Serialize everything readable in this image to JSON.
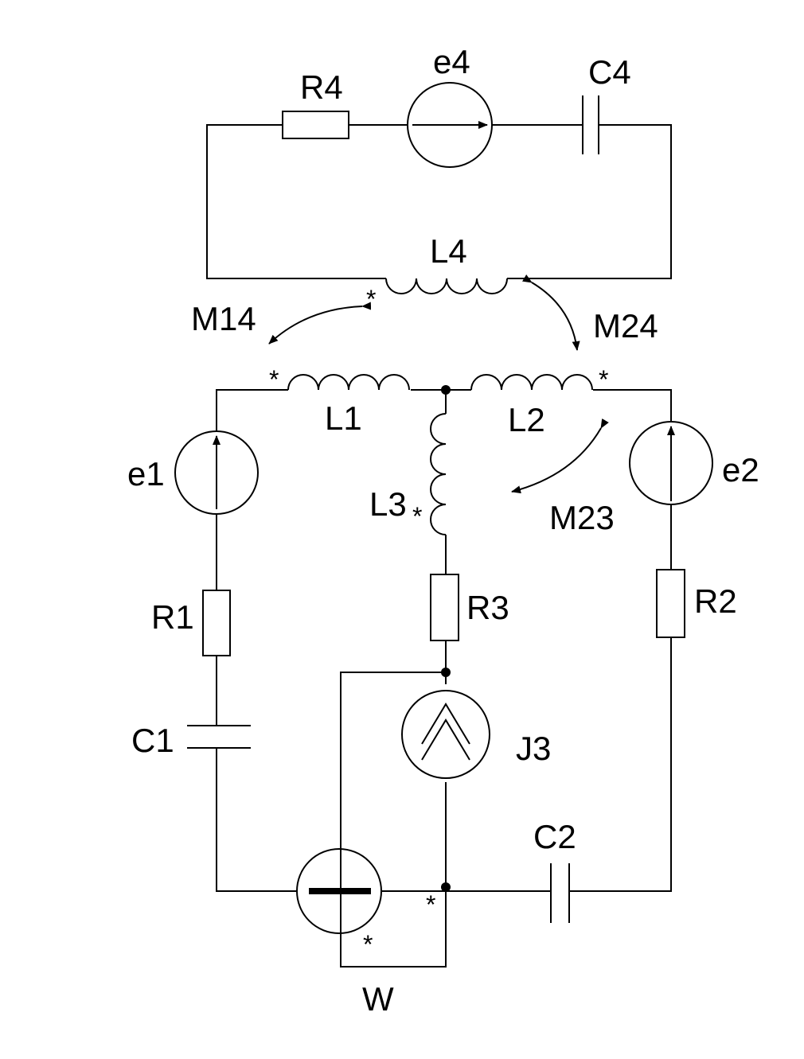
{
  "labels": {
    "R4": "R4",
    "e4": "e4",
    "C4": "C4",
    "L4": "L4",
    "M14": "M14",
    "M24": "M24",
    "L1": "L1",
    "L2": "L2",
    "L3": "L3",
    "M23": "M23",
    "e1": "e1",
    "e2": "e2",
    "R1": "R1",
    "R2": "R2",
    "R3": "R3",
    "C1": "C1",
    "C2": "C2",
    "J3": "J3",
    "W": "W"
  },
  "star": "*",
  "colors": {
    "line": "#000000",
    "background": "#ffffff"
  }
}
